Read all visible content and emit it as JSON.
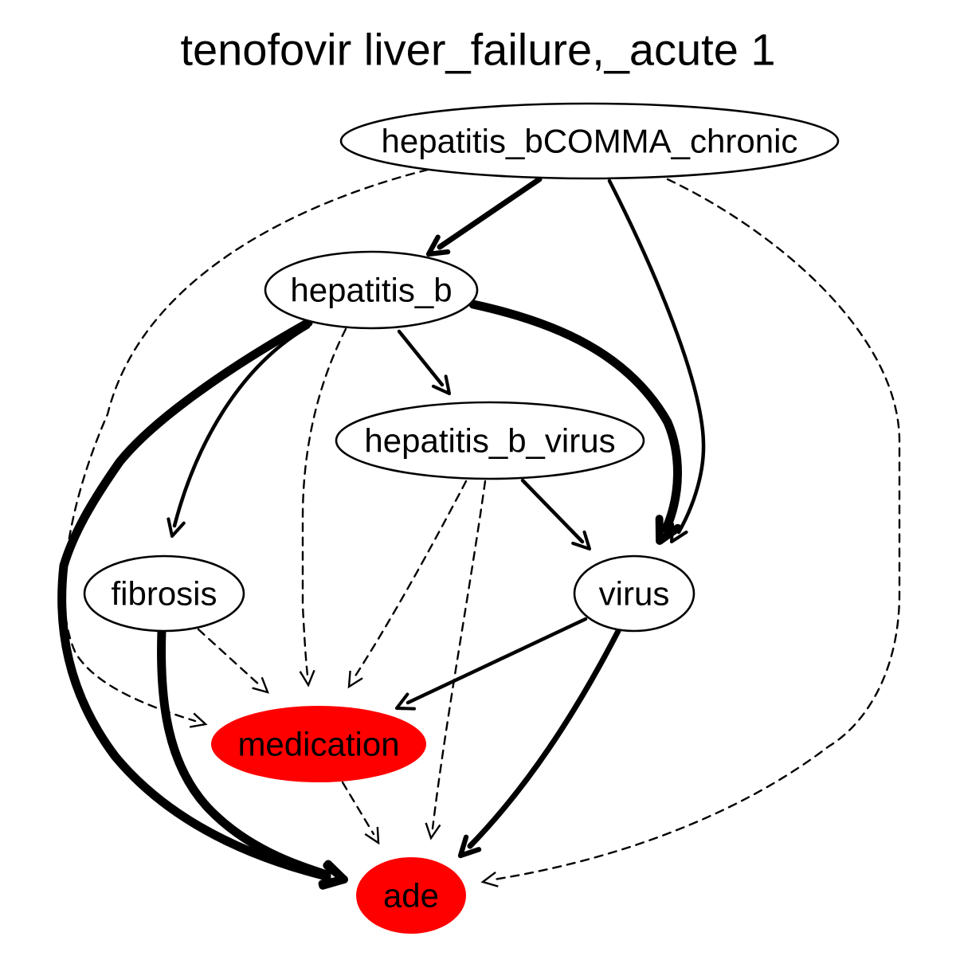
{
  "title": "tenofovir liver_failure,_acute 1",
  "colors": {
    "highlight": "#ff0000",
    "default_fill": "#ffffff",
    "stroke": "#000000"
  },
  "nodes": [
    {
      "id": "hepatitis_bCOMMA_chronic",
      "label": "hepatitis_bCOMMA_chronic",
      "highlighted": false
    },
    {
      "id": "hepatitis_b",
      "label": "hepatitis_b",
      "highlighted": false
    },
    {
      "id": "hepatitis_b_virus",
      "label": "hepatitis_b_virus",
      "highlighted": false
    },
    {
      "id": "fibrosis",
      "label": "fibrosis",
      "highlighted": false
    },
    {
      "id": "virus",
      "label": "virus",
      "highlighted": false
    },
    {
      "id": "medication",
      "label": "medication",
      "highlighted": true
    },
    {
      "id": "ade",
      "label": "ade",
      "highlighted": true
    }
  ],
  "edges": [
    {
      "from": "hepatitis_bCOMMA_chronic",
      "to": "hepatitis_b",
      "style": "solid",
      "weight": "heavy"
    },
    {
      "from": "hepatitis_bCOMMA_chronic",
      "to": "virus",
      "style": "solid",
      "weight": "medium"
    },
    {
      "from": "hepatitis_bCOMMA_chronic",
      "to": "medication",
      "style": "dashed",
      "weight": "thin"
    },
    {
      "from": "hepatitis_bCOMMA_chronic",
      "to": "ade",
      "style": "dashed",
      "weight": "thin"
    },
    {
      "from": "hepatitis_b",
      "to": "hepatitis_b_virus",
      "style": "solid",
      "weight": "medium"
    },
    {
      "from": "hepatitis_b",
      "to": "fibrosis",
      "style": "solid",
      "weight": "medium"
    },
    {
      "from": "hepatitis_b",
      "to": "virus",
      "style": "solid",
      "weight": "heaviest"
    },
    {
      "from": "hepatitis_b",
      "to": "medication",
      "style": "dashed",
      "weight": "thin"
    },
    {
      "from": "hepatitis_b",
      "to": "ade",
      "style": "solid",
      "weight": "heaviest"
    },
    {
      "from": "hepatitis_b_virus",
      "to": "virus",
      "style": "solid",
      "weight": "medium"
    },
    {
      "from": "hepatitis_b_virus",
      "to": "medication",
      "style": "dashed",
      "weight": "thin"
    },
    {
      "from": "hepatitis_b_virus",
      "to": "ade",
      "style": "dashed",
      "weight": "thin"
    },
    {
      "from": "fibrosis",
      "to": "medication",
      "style": "dashed",
      "weight": "thin"
    },
    {
      "from": "fibrosis",
      "to": "ade",
      "style": "solid",
      "weight": "heaviest"
    },
    {
      "from": "virus",
      "to": "medication",
      "style": "solid",
      "weight": "medium"
    },
    {
      "from": "virus",
      "to": "ade",
      "style": "solid",
      "weight": "heavy"
    },
    {
      "from": "medication",
      "to": "ade",
      "style": "dashed",
      "weight": "thin"
    }
  ]
}
